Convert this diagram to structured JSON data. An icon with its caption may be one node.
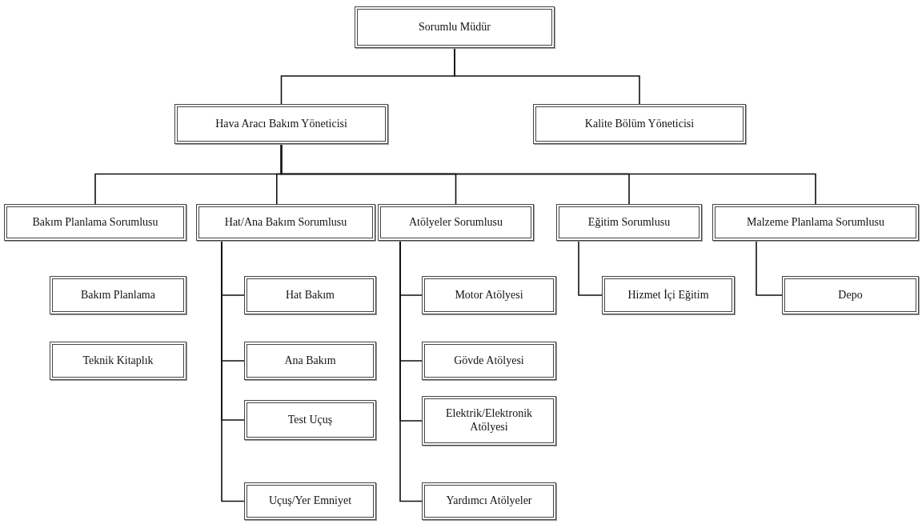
{
  "diagram": {
    "nodes": [
      {
        "text": [
          "Sorumlu Müdür"
        ]
      },
      {
        "text": [
          "Hava Aracı Bakım Yöneticisi"
        ]
      },
      {
        "text": [
          "Kalite Bölüm Yöneticisi"
        ]
      },
      {
        "text": [
          "Bakım Planlama Sorumlusu"
        ]
      },
      {
        "text": [
          "Hat/Ana Bakım Sorumlusu"
        ]
      },
      {
        "text": [
          "Atölyeler Sorumlusu"
        ]
      },
      {
        "text": [
          "Eğitim Sorumlusu"
        ]
      },
      {
        "text": [
          "Malzeme Planlama Sorumlusu"
        ]
      },
      {
        "text": [
          "Bakım Planlama"
        ]
      },
      {
        "text": [
          "Teknik Kitaplık"
        ]
      },
      {
        "text": [
          "Hat Bakım"
        ]
      },
      {
        "text": [
          "Ana Bakım"
        ]
      },
      {
        "text": [
          "Test Uçuş"
        ]
      },
      {
        "text": [
          "Uçuş/Yer Emniyet"
        ]
      },
      {
        "text": [
          "Motor Atölyesi"
        ]
      },
      {
        "text": [
          "Gövde Atölyesi"
        ]
      },
      {
        "text": [
          "Elektrik/Elektronik Atölyesi"
        ]
      },
      {
        "text": [
          "Yardımcı Atölyeler"
        ]
      },
      {
        "text": [
          "Hizmet İçi Eğitim"
        ]
      },
      {
        "text": [
          "Depo"
        ]
      }
    ],
    "edges": [
      {
        "from": 0,
        "to": 1,
        "arrow": "none"
      },
      {
        "from": 0,
        "to": 2,
        "arrow": "none"
      },
      {
        "from": 1,
        "to": 3,
        "arrow": "none"
      },
      {
        "from": 1,
        "to": 4,
        "arrow": "none"
      },
      {
        "from": 1,
        "to": 5,
        "arrow": "none"
      },
      {
        "from": 1,
        "to": 6,
        "arrow": "none"
      },
      {
        "from": 1,
        "to": 7,
        "arrow": "none"
      },
      {
        "from": 4,
        "to": 10,
        "arrow": "none"
      },
      {
        "from": 4,
        "to": 11,
        "arrow": "none"
      },
      {
        "from": 4,
        "to": 12,
        "arrow": "none"
      },
      {
        "from": 4,
        "to": 13,
        "arrow": "none"
      },
      {
        "from": 5,
        "to": 14,
        "arrow": "none"
      },
      {
        "from": 5,
        "to": 15,
        "arrow": "none"
      },
      {
        "from": 5,
        "to": 16,
        "arrow": "none"
      },
      {
        "from": 5,
        "to": 17,
        "arrow": "none"
      },
      {
        "from": 6,
        "to": 18,
        "arrow": "none"
      },
      {
        "from": 7,
        "to": 19,
        "arrow": "none"
      }
    ]
  }
}
